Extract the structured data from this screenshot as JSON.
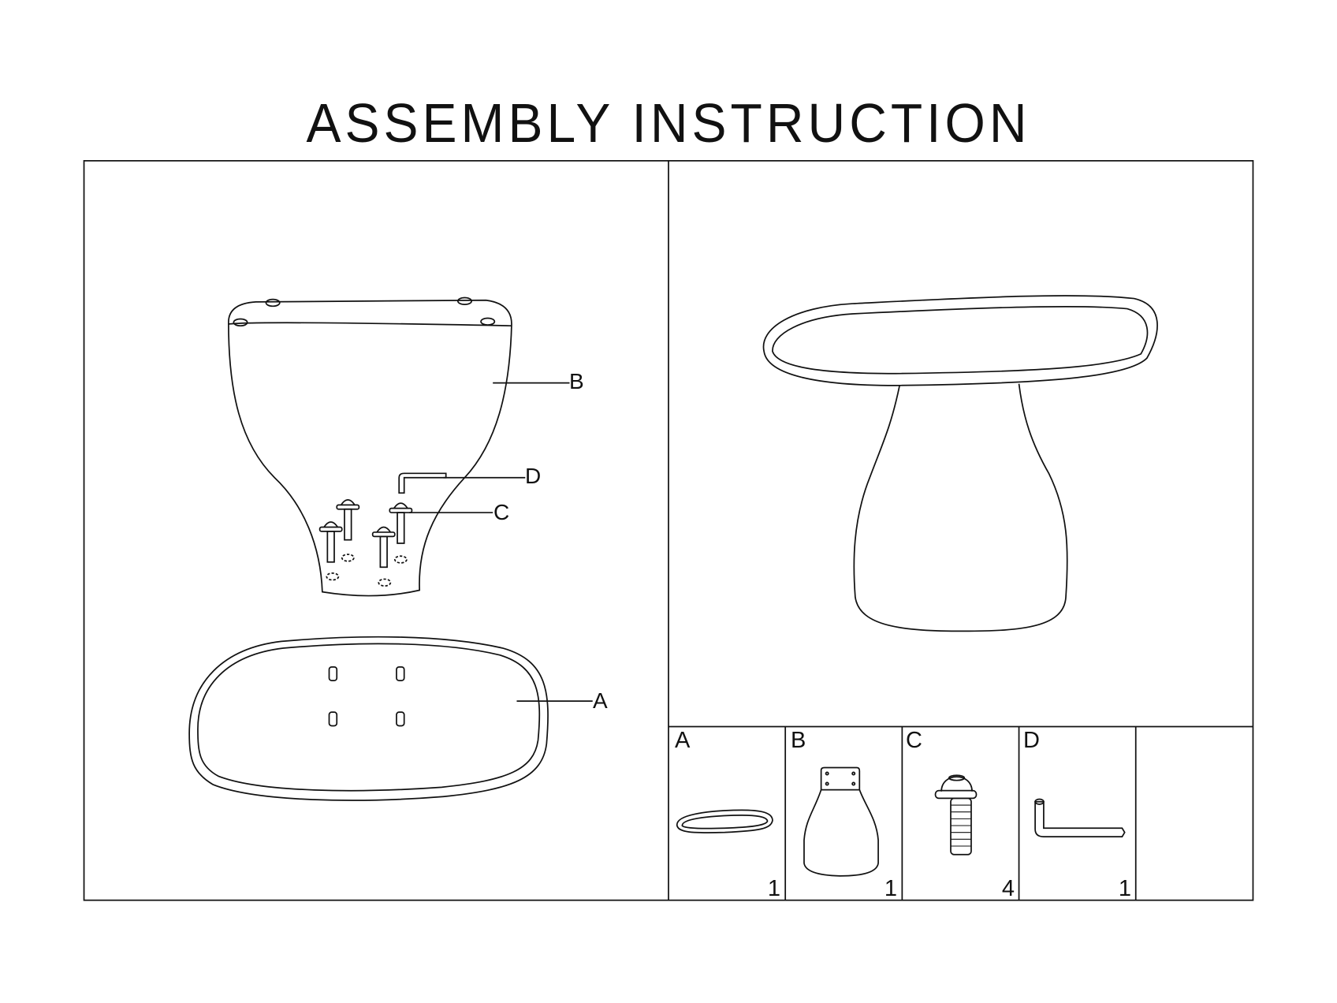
{
  "title": "ASSEMBLY INSTRUCTION",
  "diagram": {
    "callouts": {
      "A": "A",
      "B": "B",
      "C": "C",
      "D": "D"
    }
  },
  "parts_list": [
    {
      "letter": "A",
      "quantity": "1",
      "icon": "tabletop-icon"
    },
    {
      "letter": "B",
      "quantity": "1",
      "icon": "base-icon"
    },
    {
      "letter": "C",
      "quantity": "4",
      "icon": "screw-icon"
    },
    {
      "letter": "D",
      "quantity": "1",
      "icon": "allen-key-icon"
    }
  ]
}
